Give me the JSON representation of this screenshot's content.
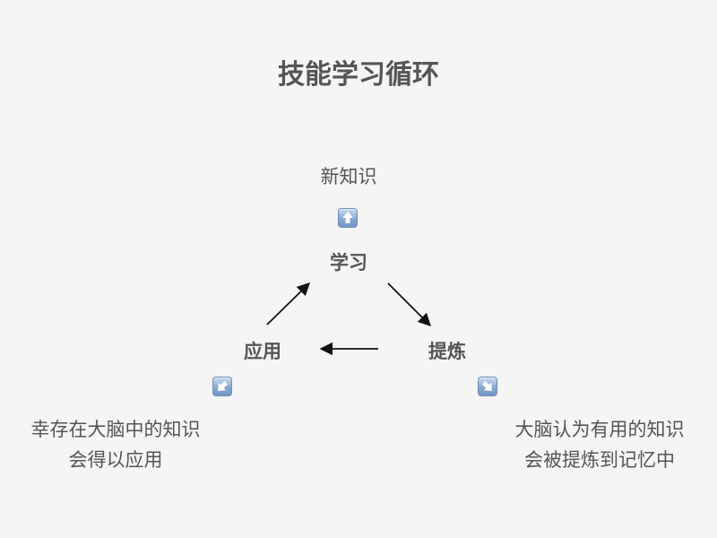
{
  "title": "技能学习循环",
  "nodes": {
    "learn": "学习",
    "refine": "提炼",
    "apply": "应用"
  },
  "notes": {
    "new_knowledge": "新知识",
    "apply_note": [
      "幸存在大脑中的知识",
      "会得以应用"
    ],
    "refine_note": [
      "大脑认为有用的知识",
      "会被提炼到记忆中"
    ]
  },
  "icons": {
    "top": "up-arrow-icon",
    "left": "down-left-arrow-icon",
    "right": "down-right-arrow-icon"
  },
  "colors": {
    "background": "#f5f5f5",
    "text": "#555555",
    "arrow": "#111111",
    "badge": "#86a9d2"
  }
}
